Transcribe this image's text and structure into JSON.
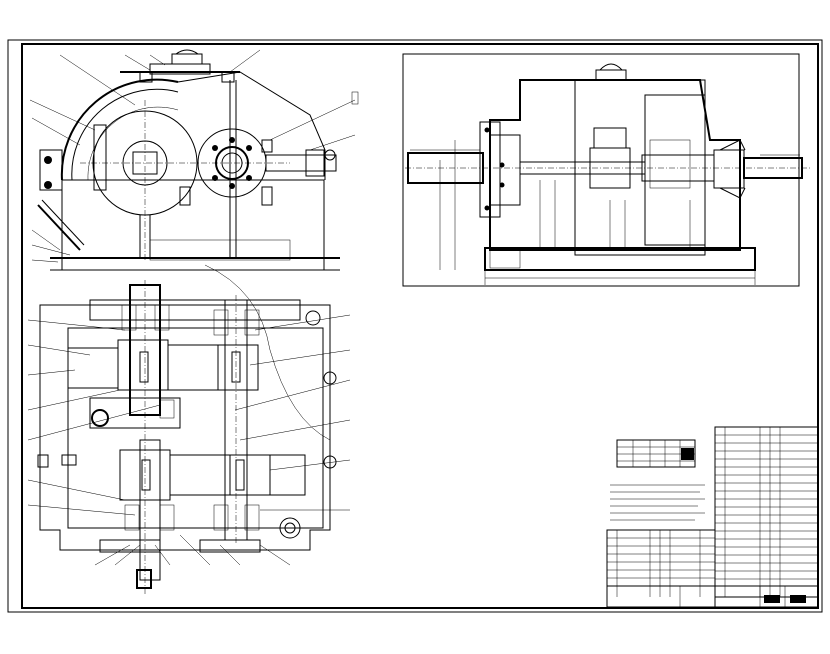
{
  "drawing": {
    "type": "gear reducer assembly drawing",
    "views": [
      "front-view",
      "side-view",
      "top-section-view"
    ],
    "colors": {
      "line": "#000000",
      "paper": "#ffffff"
    }
  }
}
